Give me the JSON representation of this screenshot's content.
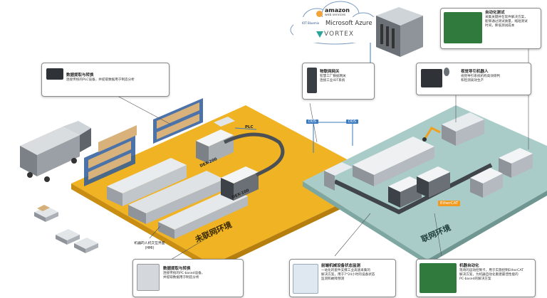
{
  "cloud": {
    "provider_1": "amazon",
    "provider_1_sub": "web services",
    "provider_2": "Microsoft Azure",
    "provider_3": "VORTEX",
    "iot_brand": "IOT Bluemix"
  },
  "callouts": {
    "data_fetch_top": {
      "title": "数据提取与转换",
      "line1": "连接传统的PLC设备，并提取数据用于制造分析"
    },
    "iot_gateway": {
      "title": "物联网网关",
      "line1": "智慧工厂数据网关",
      "line2": "连接工业IOT系统"
    },
    "auto_test": {
      "title": "自动化测试",
      "line1": "采集关键并在软件解决方案，",
      "line2": "能够通过测试质量，缩短测试",
      "line3": "时间，降低测试成本"
    },
    "vision": {
      "title": "视觉导引机器人",
      "line1": "视觉导引系统机构高效研判",
      "line2": "和检测高效生产"
    },
    "hmi": {
      "line1": "机器的人机交互界面",
      "line2": "(HMI)"
    },
    "data_fetch_bottom": {
      "title": "数据提取与转换",
      "line1": "连接传统的PC-based设备，",
      "line2": "并提取数据用于制造分析"
    },
    "monitoring": {
      "title": "前端机械设备状态监测",
      "line1": "一站化的套件支撑工业高速采集的",
      "line2": "解决方案，用于7*24小时的设备状态",
      "line3": "监测和故障预测"
    },
    "motion": {
      "title": "机器自动化",
      "line1": "现场的运动控制卡，用于实施控制EtherCAT",
      "line2": "解决方案，为机器自动化重建最佳性能的",
      "line3": "PC-based的解决方案"
    }
  },
  "labels": {
    "plc": "PLC",
    "dds_1": "DDS",
    "dds_2": "DDS",
    "ethercat": "EtherCAT",
    "machine_1": "DEX-200",
    "machine_2": "DEX-100",
    "zone_left": "未联网环境",
    "zone_right": "联网环境"
  },
  "colors": {
    "zone_left": "#f0b323",
    "zone_right": "#a9ccc8",
    "accent_blue": "#3b7bbf",
    "ethercat": "#f39a1e"
  }
}
